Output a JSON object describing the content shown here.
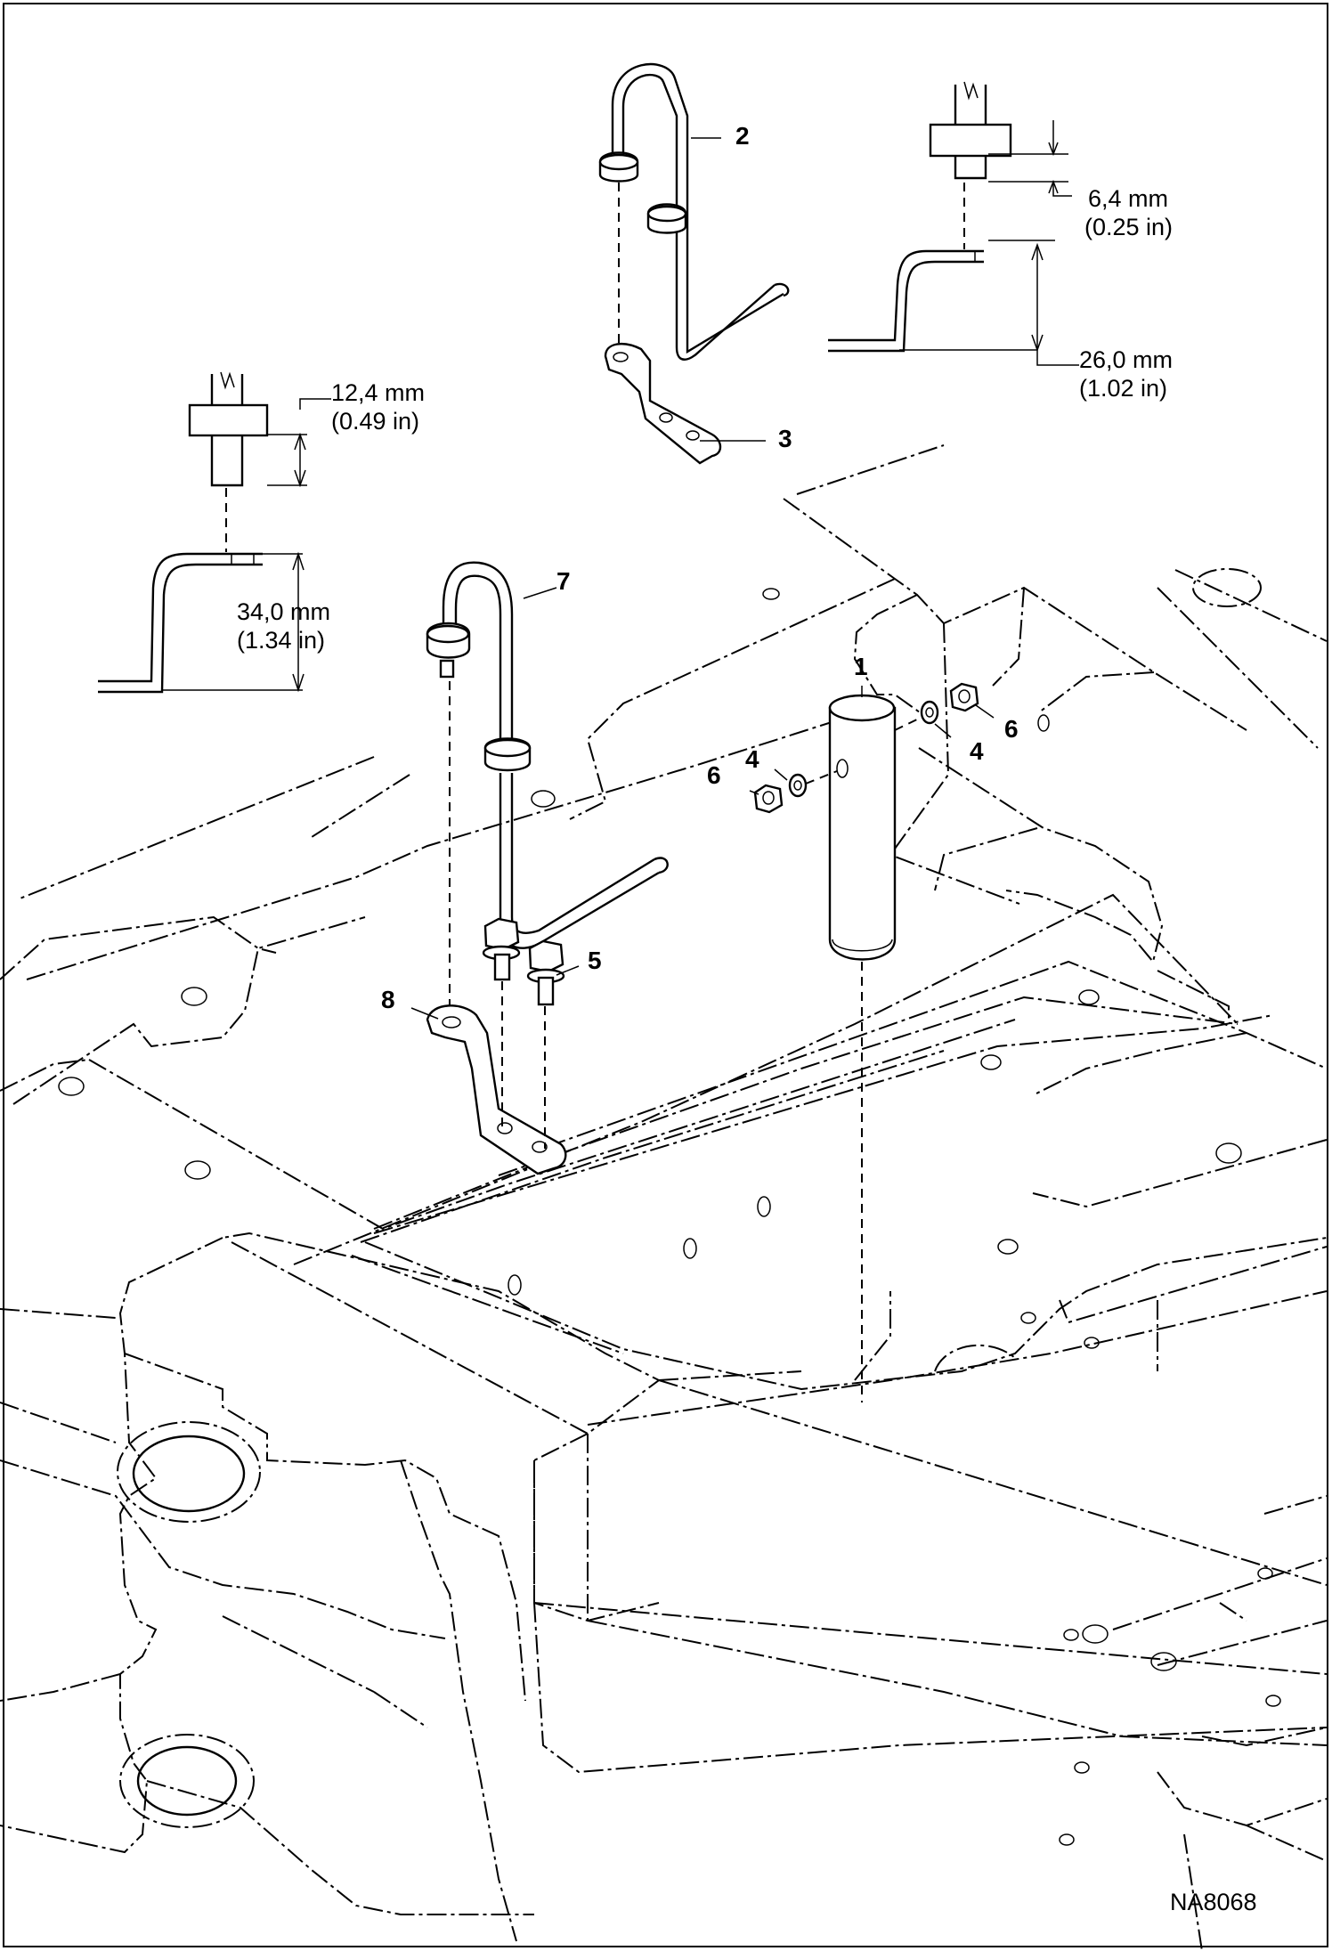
{
  "figure_id": "NA8068",
  "callouts": {
    "c1": "1",
    "c2": "2",
    "c3": "3",
    "c4a": "4",
    "c4b": "4",
    "c5": "5",
    "c6a": "6",
    "c6b": "6",
    "c7": "7",
    "c8": "8"
  },
  "dimensions": {
    "d1_mm": "6,4 mm",
    "d1_in": "(0.25 in)",
    "d2_mm": "26,0 mm",
    "d2_in": "(1.02 in)",
    "d3_mm": "12,4 mm",
    "d3_in": "(0.49 in)",
    "d4_mm": "34,0 mm",
    "d4_in": "(1.34 in)"
  }
}
